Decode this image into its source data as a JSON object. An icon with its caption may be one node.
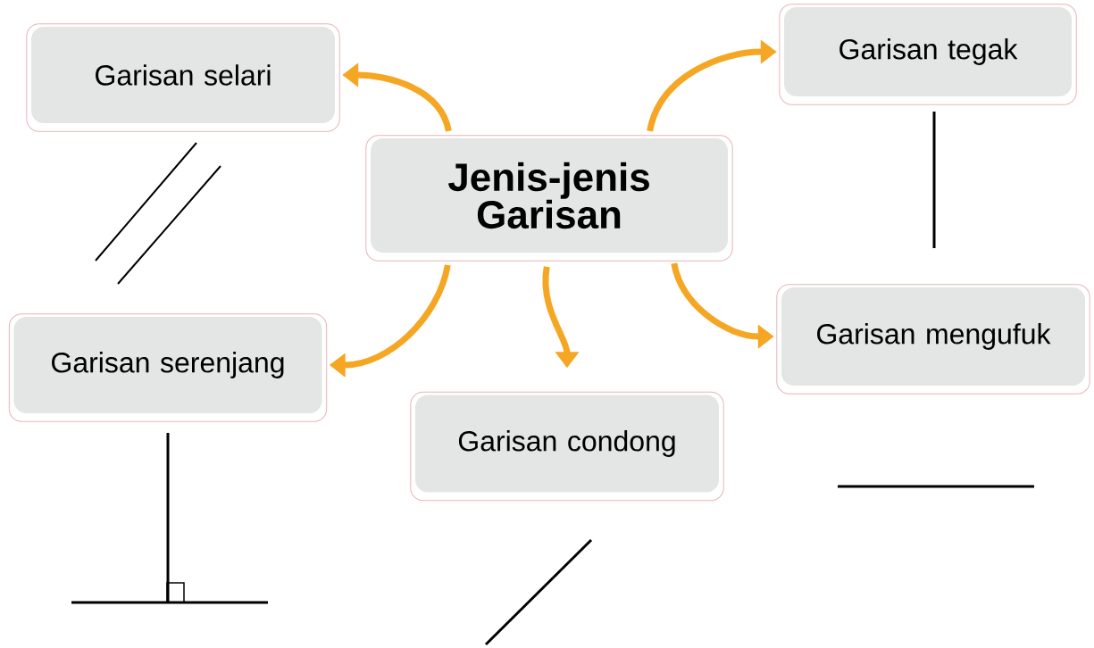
{
  "diagram": {
    "nodes": [
      {
        "text": [
          "Garisan selari"
        ]
      },
      {
        "text": [
          "Garisan tegak"
        ]
      },
      {
        "text": [
          "Jenis-jenis Garisan"
        ]
      },
      {
        "text": [
          "Garisan serenjang"
        ]
      },
      {
        "text": [
          "Garisan mengufuk"
        ]
      },
      {
        "text": [
          "Garisan condong"
        ]
      }
    ],
    "edges": [
      {
        "from": 2,
        "to": 0,
        "arrow": "to"
      },
      {
        "from": 2,
        "to": 1,
        "arrow": "to"
      },
      {
        "from": 2,
        "to": 3,
        "arrow": "to"
      },
      {
        "from": 2,
        "to": 4,
        "arrow": "to"
      },
      {
        "from": 2,
        "to": 5,
        "arrow": "to"
      }
    ]
  }
}
